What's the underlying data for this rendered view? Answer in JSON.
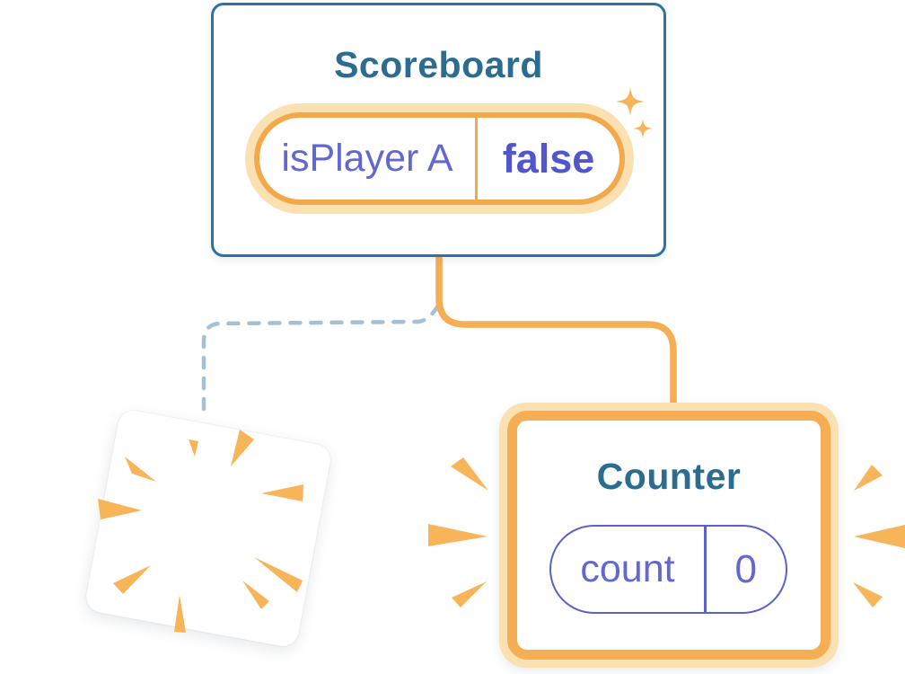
{
  "colors": {
    "page_bg": "#FFFFFF",
    "card_bg": "#FFFFFF",
    "card_border_blue": "#2B73A6",
    "title_teal": "#2B6C90",
    "state_purple": "#6268CE",
    "state_purple_bold": "#5157CB",
    "pill_orange": "#F2A84B",
    "pill_orange_light": "#FBE0B2",
    "connector_orange": "#F6AE54",
    "burst_orange": "#F7B458",
    "dashed_blue": "#A6BFD3",
    "counter_pill_purple": "#5A60CC"
  },
  "scoreboard": {
    "title": "Scoreboard",
    "state": {
      "label": "isPlayer A",
      "value": "false"
    }
  },
  "counter": {
    "title": "Counter",
    "state": {
      "label": "count",
      "value": "0"
    }
  },
  "icons": {
    "sparkle": "two four-point sparkle stars",
    "explosion": "radial burst wedges on destroyed card",
    "emphasis": "three emphasis wedges on each side of counter"
  }
}
